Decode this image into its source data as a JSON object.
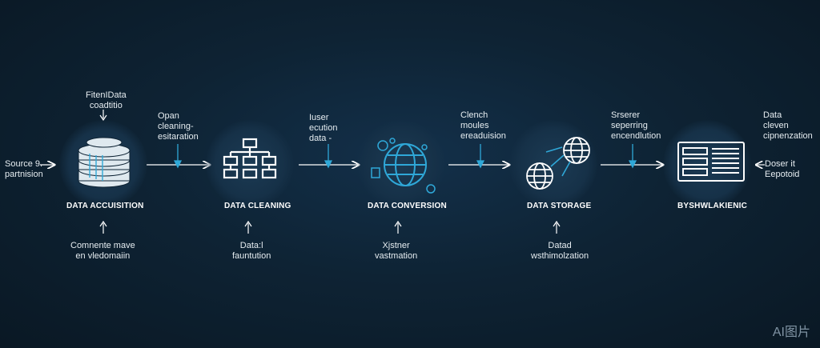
{
  "stages": [
    {
      "label": "DATA ACCUISITION"
    },
    {
      "label": "DATA CLEANING"
    },
    {
      "label": "DATA CONVERSION"
    },
    {
      "label": "DATA STORAGE"
    },
    {
      "label": "BYSHWLAKIENIC"
    }
  ],
  "input_left": "Source 9.\npartnision",
  "top_notes": [
    "FitenIData\ncoadtitio",
    "Opan\ncleaning-\nesitaration",
    "Iuser\necution\ndata -",
    "Clench\nmoules\nereaduision",
    "Srserer\nseperring\nencendlution",
    "Data\ncleven\ncipnenzation"
  ],
  "bottom_notes": [
    "Comnente mave\nen vledomaiin",
    "Data:l\nfauntution",
    "Xjstner\nvastmation",
    "Datad\nwsthimolzation"
  ],
  "output_right": "Doser it\nEepotoid",
  "watermark": "AI图片",
  "colors": {
    "background": "#0d1f2c",
    "accent": "#2fa8d8",
    "line": "#ffffff"
  }
}
